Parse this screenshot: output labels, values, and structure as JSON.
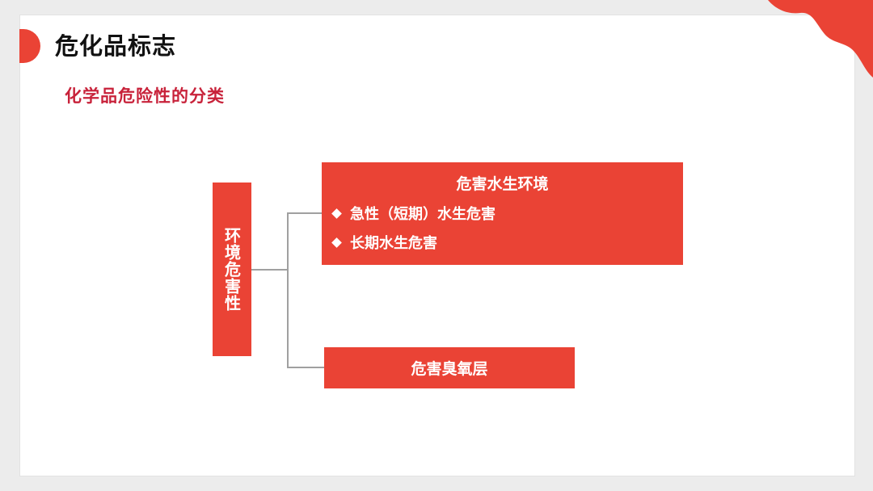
{
  "slide": {
    "title": "危化品标志",
    "subtitle": "化学品危险性的分类"
  },
  "diagram": {
    "root": "环境危害性",
    "branches": [
      {
        "label": "危害水生环境",
        "items": [
          "急性（短期）水生危害",
          "长期水生危害"
        ]
      },
      {
        "label": "危害臭氧层"
      }
    ]
  },
  "colors": {
    "accent": "#ea4335",
    "subtitle": "#c8223a",
    "connector": "#a0a0a0"
  }
}
